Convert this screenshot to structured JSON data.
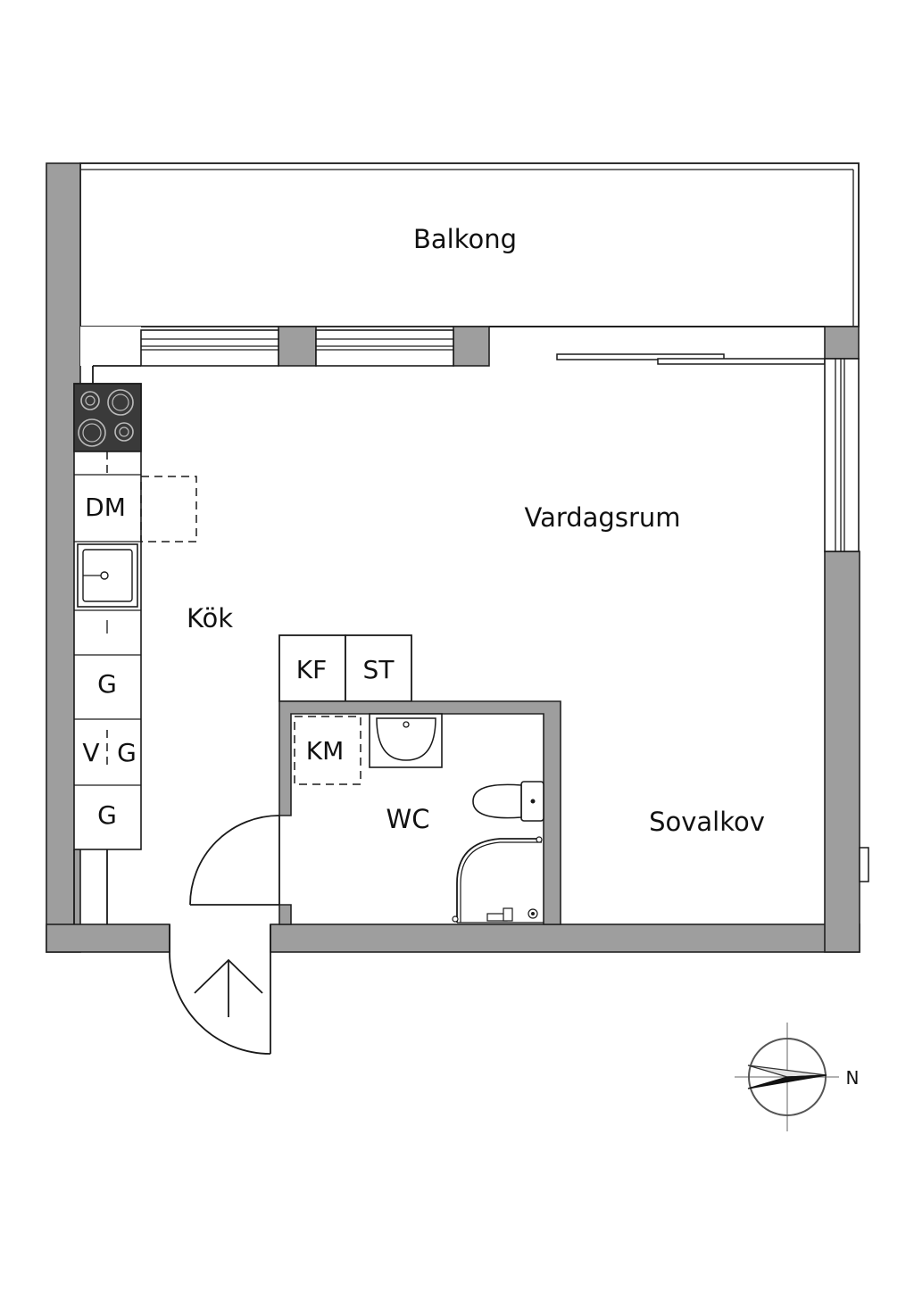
{
  "rooms": {
    "balkong": "Balkong",
    "vardagsrum": "Vardagsrum",
    "kok": "Kök",
    "wc": "WC",
    "sovalkov": "Sovalkov"
  },
  "fixtures": {
    "dm": "DM",
    "kf": "KF",
    "st": "ST",
    "km": "KM",
    "g1": "G",
    "v": "V",
    "g2": "G",
    "g3": "G"
  },
  "compass": {
    "north": "N"
  },
  "colors": {
    "wall": "#9e9e9e",
    "stove": "#3a3a3a",
    "line": "#1a1a1a"
  }
}
